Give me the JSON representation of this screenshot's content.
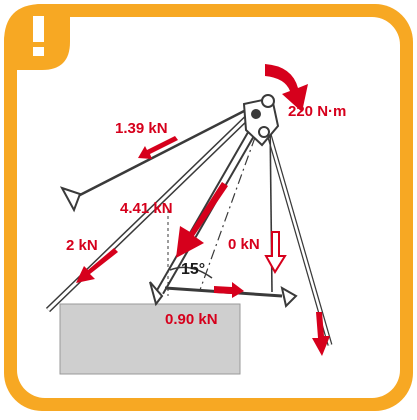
{
  "warning_badge": {
    "symbol": "!"
  },
  "labels": {
    "moment": "220 N·m",
    "force_left_cable": "1.39 kN",
    "force_boom": "4.41 kN",
    "force_lower_left": "2 kN",
    "force_right": "0 kN",
    "angle": "15°",
    "force_lower_cable": "0.90 kN"
  },
  "colors": {
    "frame": "#f7a823",
    "force_arrow": "#d6001c",
    "label": "#d6001c",
    "block": "#cfcfcf",
    "structure": "#3a3a3a"
  },
  "icons": {
    "badge": "exclamation-icon",
    "moment": "curved-arrow-icon",
    "force": "arrow-icon"
  }
}
